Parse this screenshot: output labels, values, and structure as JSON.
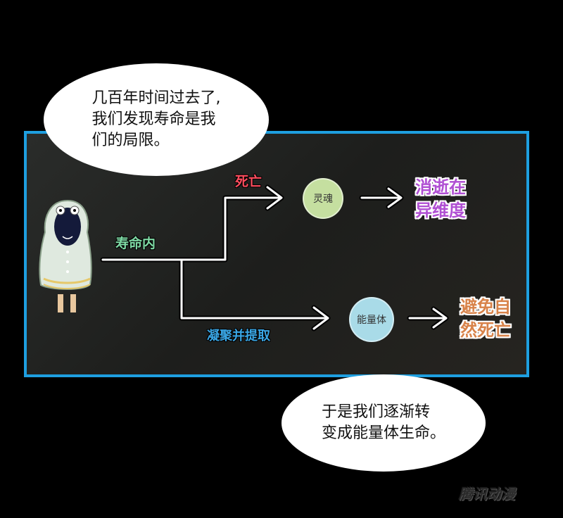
{
  "bubbles": {
    "top": {
      "line1": "几百年时间过去了,",
      "line2": "我们发现寿命是我",
      "line3": "们的局限。"
    },
    "bottom": {
      "line1": "于是我们逐渐转",
      "line2": "变成能量体生命。"
    }
  },
  "diagram": {
    "label_lifetime": "寿命内",
    "label_death": "死亡",
    "label_extract": "凝聚并提取",
    "node_soul": "灵魂",
    "node_energy": "能量体",
    "result_soul_line1": "消逝在",
    "result_soul_line2": "异维度",
    "result_energy_line1": "避免自",
    "result_energy_line2": "然死亡"
  },
  "colors": {
    "panel_border": "#1e9fe0",
    "label_lifetime": "#7ed9a4",
    "label_death": "#ff4d5e",
    "label_extract": "#3aa7e6",
    "soul_circle": "#c5dfa0",
    "energy_circle": "#a9dbe8",
    "result_soul": "#b04fd3",
    "result_energy": "#d8834a"
  },
  "icons": {
    "character": "hooded-figure-icon"
  },
  "watermark": "腾讯动漫"
}
